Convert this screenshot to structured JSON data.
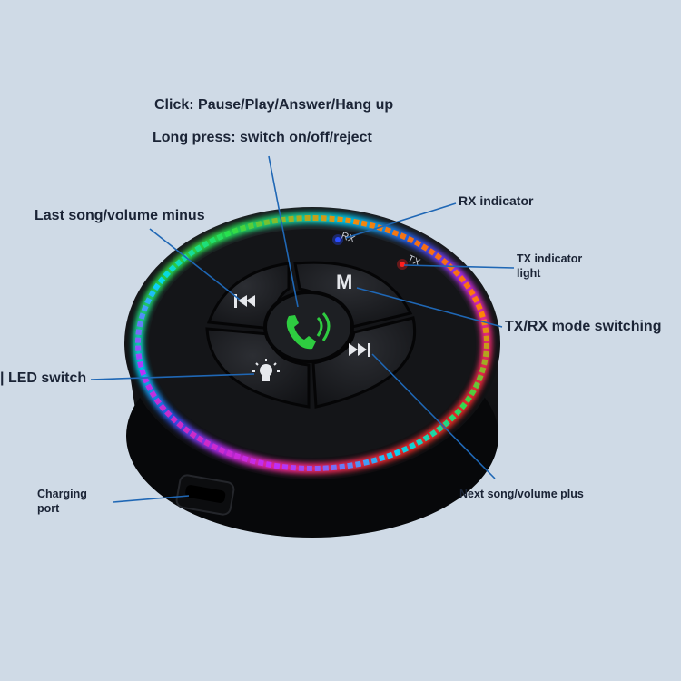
{
  "labels": {
    "click": "Click: Pause/Play/Answer/Hang up",
    "long_press": "Long press: switch on/off/reject",
    "last_song": "Last song/volume minus",
    "rx_indicator": "RX indicator",
    "tx_indicator_line1": "TX indicator",
    "tx_indicator_line2": "light",
    "mode_switching": "TX/RX mode switching",
    "led_switch": "LED switch",
    "led_switch_edge": "|",
    "charging_line1": "Charging",
    "charging_line2": "port",
    "next_song": "Next song/volume plus"
  },
  "device": {
    "rx_text": "RX",
    "tx_text": "TX",
    "mode_button": "M",
    "icons": [
      "phone-icon",
      "previous-track-icon",
      "next-track-icon",
      "light-bulb-icon"
    ],
    "ring_colors": [
      "#ff2a2a",
      "#ff8a00",
      "#ffe000",
      "#29e34a",
      "#00d9ff",
      "#2a56ff",
      "#c02bff",
      "#ff2aa0"
    ],
    "rx_led_color": "#2a4dff",
    "tx_led_color": "#ff2020",
    "phone_icon_color": "#2ecc40"
  }
}
